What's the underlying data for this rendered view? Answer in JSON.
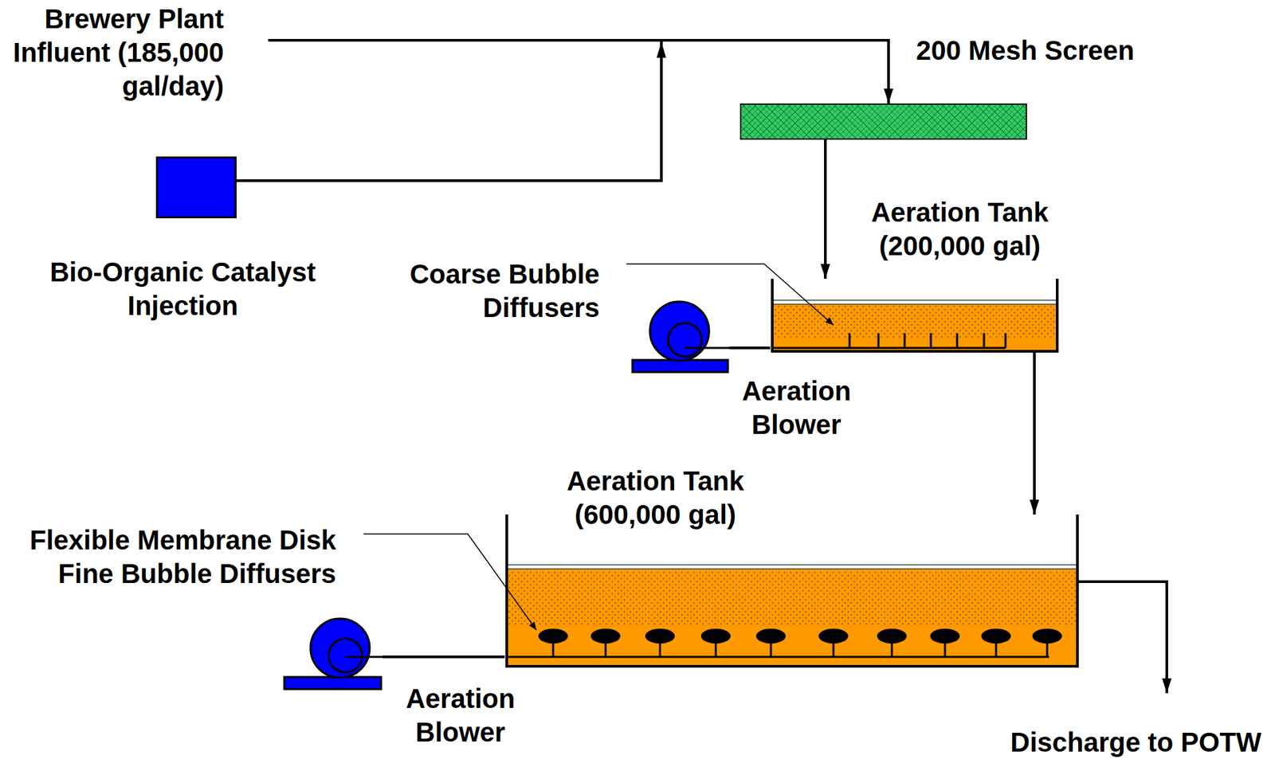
{
  "diagram": {
    "nodes": [
      {
        "text": [
          "Bio-Organic Catalyst Injection"
        ]
      },
      {
        "text": [
          "200 Mesh Screen"
        ]
      },
      {
        "text": [
          "Aeration Tank (200,000 gal)"
        ]
      },
      {
        "text": [
          "Aeration Blower"
        ]
      },
      {
        "text": [
          "Aeration Tank (600,000 gal)"
        ]
      },
      {
        "text": [
          "Aeration Blower"
        ]
      }
    ],
    "edges": [
      {
        "from": 0,
        "to": 1,
        "arrow": "to"
      },
      {
        "from": 1,
        "to": 2,
        "arrow": "to"
      },
      {
        "from": 3,
        "to": 2,
        "arrow": "none"
      },
      {
        "from": 2,
        "to": 4,
        "arrow": "to"
      },
      {
        "from": 5,
        "to": 4,
        "arrow": "none"
      }
    ],
    "labels": [
      "Brewery Plant Influent (185,000 gal/day)",
      "Coarse Bubble Diffusers",
      "Flexible Membrane Disk Fine Bubble Diffusers",
      "Discharge to POTW"
    ]
  }
}
